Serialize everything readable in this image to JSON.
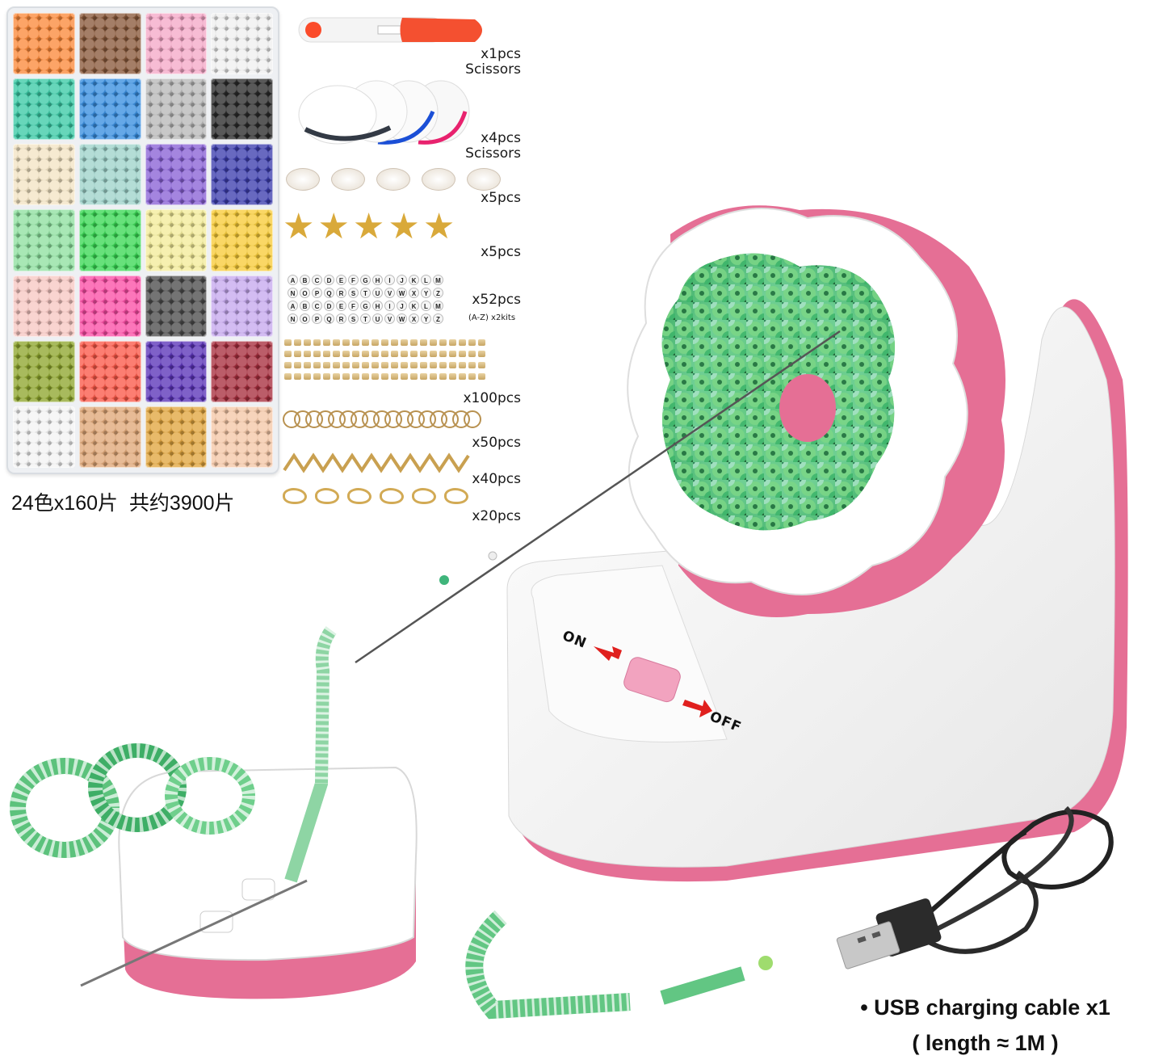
{
  "bead_box": {
    "compartments": [
      {
        "name": "orange",
        "color": "#fb8a3c"
      },
      {
        "name": "brown",
        "color": "#8a5a3c"
      },
      {
        "name": "pink",
        "color": "#f5a9c8"
      },
      {
        "name": "white",
        "color": "#efefef"
      },
      {
        "name": "teal",
        "color": "#3ccaa6"
      },
      {
        "name": "blue",
        "color": "#3a8fe0"
      },
      {
        "name": "light-gray",
        "color": "#b8b8b8"
      },
      {
        "name": "black",
        "color": "#2a2a2a"
      },
      {
        "name": "cream",
        "color": "#f3e4c4"
      },
      {
        "name": "pale-teal",
        "color": "#9fd3cb"
      },
      {
        "name": "purple",
        "color": "#8a63d6"
      },
      {
        "name": "navy",
        "color": "#3e3fae"
      },
      {
        "name": "mint",
        "color": "#8fe0a0"
      },
      {
        "name": "green",
        "color": "#3cd856"
      },
      {
        "name": "pale-yellow",
        "color": "#f3ec9a"
      },
      {
        "name": "yellow",
        "color": "#f8cc3a"
      },
      {
        "name": "light-pink",
        "color": "#f7c8c3"
      },
      {
        "name": "hot-pink",
        "color": "#fb4fa6"
      },
      {
        "name": "dark-gray",
        "color": "#4d4d4d"
      },
      {
        "name": "lavender",
        "color": "#c6a9ee"
      },
      {
        "name": "olive",
        "color": "#8fa630"
      },
      {
        "name": "coral",
        "color": "#fb5a4a"
      },
      {
        "name": "violet",
        "color": "#5b34b8"
      },
      {
        "name": "burgundy",
        "color": "#a8303f"
      },
      {
        "name": "letter-beads",
        "color": "#f4f4f4"
      },
      {
        "name": "square-gold",
        "color": "#e0a878"
      },
      {
        "name": "gold-findings",
        "color": "#e2a640"
      },
      {
        "name": "shells-starfish",
        "color": "#f5c8a8"
      }
    ],
    "caption": "24色x160片  共约3900片"
  },
  "accessories": [
    {
      "item": "scissors",
      "qty": "x1pcs",
      "label": "Scissors"
    },
    {
      "item": "elastic-cord",
      "qty": "x4pcs",
      "label": "Scissors",
      "cord_colors": [
        "#333a45",
        "#1b4fd6",
        "#e8226e"
      ]
    },
    {
      "item": "cowrie-shells",
      "qty": "x5pcs"
    },
    {
      "item": "starfish-charms",
      "qty": "x5pcs"
    },
    {
      "item": "letter-beads",
      "qty": "x52pcs",
      "note": "(A-Z) x2kits",
      "rows": [
        "ABCDEFGHIJKLM",
        "NOPQRSTUVWXYZ",
        "ABCDEFGHIJKLM",
        "NOPQRSTUVWXYZ"
      ]
    },
    {
      "item": "spacer-beads",
      "qty": "x100pcs"
    },
    {
      "item": "jump-rings",
      "qty": "x50pcs"
    },
    {
      "item": "bead-tips",
      "qty": "x40pcs"
    },
    {
      "item": "lobster-clasps",
      "qty": "x20pcs"
    }
  ],
  "machine": {
    "switch_on": "ON",
    "switch_off": "OFF",
    "body_color": "#ffffff",
    "accent_color": "#e56f95",
    "switch_color": "#f2a3bf",
    "arrow_color": "#e0201e"
  },
  "usb": {
    "line1": "• USB charging cable x1",
    "line2": "( length ≈ 1M )"
  }
}
